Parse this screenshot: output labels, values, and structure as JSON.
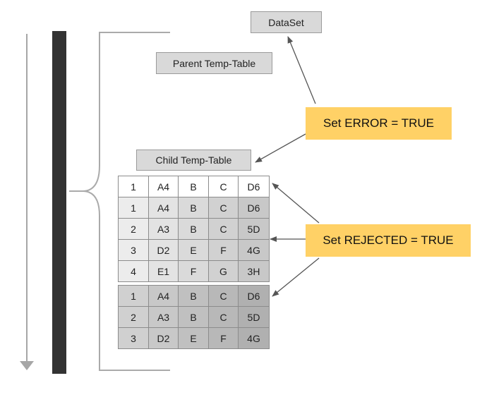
{
  "boxes": {
    "dataset": "DataSet",
    "parent_temp_table": "Parent Temp-Table",
    "child_temp_table": "Child Temp-Table"
  },
  "callouts": {
    "set_error": "Set ERROR = TRUE",
    "set_rejected": "Set REJECTED = TRUE"
  },
  "tables": {
    "top_row": [
      [
        "1",
        "A4",
        "B",
        "C",
        "D6"
      ]
    ],
    "middle_rows": [
      [
        "1",
        "A4",
        "B",
        "C",
        "D6"
      ],
      [
        "2",
        "A3",
        "B",
        "C",
        "5D"
      ],
      [
        "3",
        "D2",
        "E",
        "F",
        "4G"
      ],
      [
        "4",
        "E1",
        "F",
        "G",
        "3H"
      ]
    ],
    "bottom_rows": [
      [
        "1",
        "A4",
        "B",
        "C",
        "D6"
      ],
      [
        "2",
        "A3",
        "B",
        "C",
        "5D"
      ],
      [
        "3",
        "D2",
        "E",
        "F",
        "4G"
      ]
    ]
  },
  "colors": {
    "callout": "#ffd166",
    "box": "#d9d9d9",
    "bar": "#333333",
    "lines": "#555555"
  }
}
